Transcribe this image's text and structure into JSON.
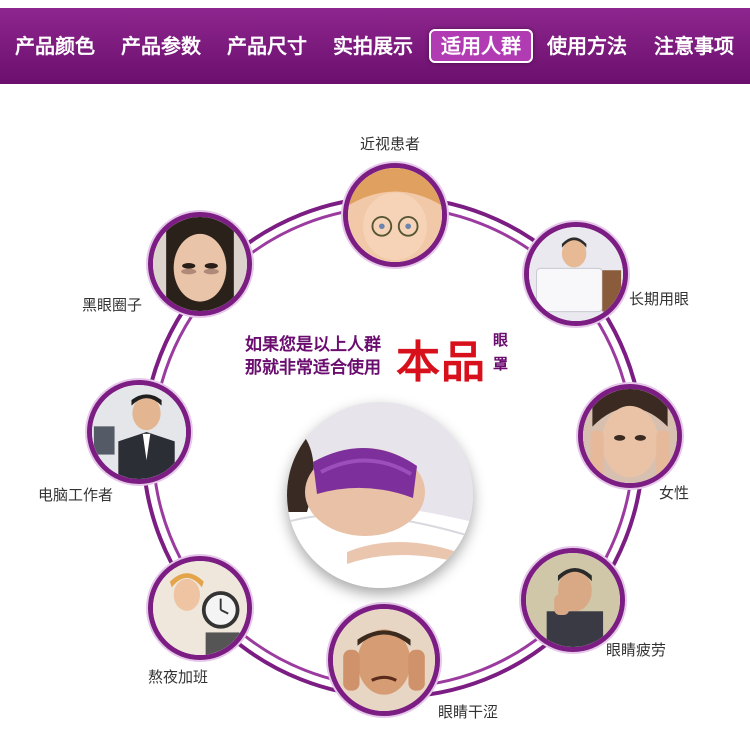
{
  "nav": {
    "tabs": [
      {
        "label": "产品颜色",
        "active": false
      },
      {
        "label": "产品参数",
        "active": false
      },
      {
        "label": "产品尺寸",
        "active": false
      },
      {
        "label": "实拍展示",
        "active": false
      },
      {
        "label": "适用人群",
        "active": true
      },
      {
        "label": "使用方法",
        "active": false
      },
      {
        "label": "注意事项",
        "active": false
      }
    ]
  },
  "groups": [
    {
      "label": "近视患者",
      "icon": "myopia-person-icon"
    },
    {
      "label": "长期用眼",
      "icon": "computer-user-icon"
    },
    {
      "label": "女性",
      "icon": "woman-icon"
    },
    {
      "label": "眼睛疲劳",
      "icon": "tired-person-icon"
    },
    {
      "label": "眼睛干涩",
      "icon": "dry-eyes-person-icon"
    },
    {
      "label": "熬夜加班",
      "icon": "late-night-icon"
    },
    {
      "label": "电脑工作者",
      "icon": "office-worker-icon"
    },
    {
      "label": "黑眼圈子",
      "icon": "dark-circles-icon"
    }
  ],
  "center": {
    "line1": "如果您是以上人群",
    "line2": "那就非常适合使用",
    "brand": "本品",
    "suffix1": "眼",
    "suffix2": "罩",
    "photo_icon": "sleeping-woman-eye-mask-icon"
  },
  "colors": {
    "primary": "#7b1d82",
    "nav": "#6b0f6d",
    "brand": "#d8101c"
  }
}
